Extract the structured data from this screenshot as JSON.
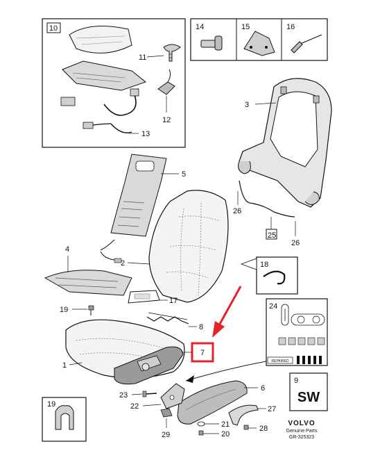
{
  "callouts": {
    "c1": "1",
    "c2": "2",
    "c3": "3",
    "c4": "4",
    "c5": "5",
    "c6": "6",
    "c7": "7",
    "c8": "8",
    "c9": "9",
    "c10": "10",
    "c11": "11",
    "c12": "12",
    "c13": "13",
    "c14": "14",
    "c15": "15",
    "c16": "16",
    "c17": "17",
    "c18": "18",
    "c19a": "19",
    "c19b": "19",
    "c20": "20",
    "c21": "21",
    "c22": "22",
    "c23": "23",
    "c24": "24",
    "c25": "25",
    "c26a": "26",
    "c26b": "26",
    "c27": "27",
    "c28": "28",
    "c29": "29"
  },
  "sw_label": "SW",
  "repaired_label": "REPAIRED",
  "brand": {
    "name": "VOLVO",
    "line2": "Genuine Parts",
    "ref": "GR-325323"
  },
  "colors": {
    "highlight": "#e8202a",
    "line": "#111111",
    "shade": "#9a9a9a"
  }
}
